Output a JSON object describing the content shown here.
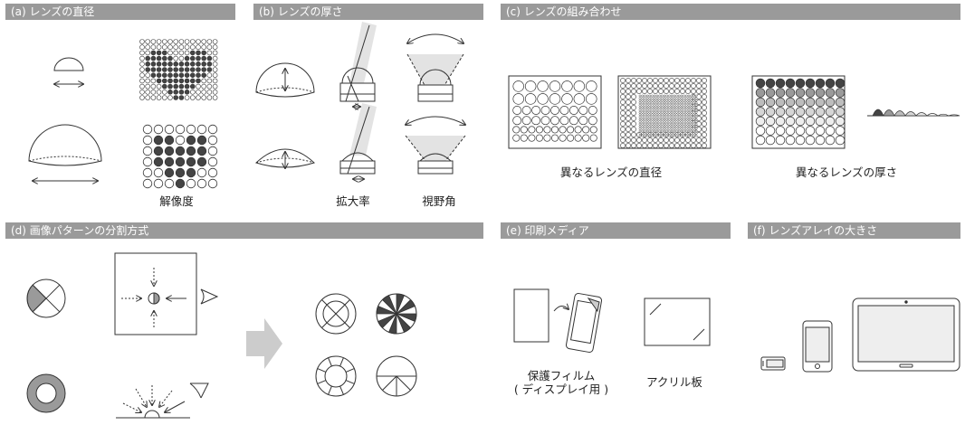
{
  "panels": {
    "a": {
      "header": "(a) レンズの直径",
      "caption": "解像度"
    },
    "b": {
      "header": "(b) レンズの厚さ",
      "caption_left": "拡大率",
      "caption_right": "視野角"
    },
    "c": {
      "header": "(c) レンズの組み合わせ",
      "caption_left": "異なるレンズの直径",
      "caption_right": "異なるレンズの厚さ"
    },
    "d": {
      "header": "(d) 画像パターンの分割方式"
    },
    "e": {
      "header": "(e) 印刷メディア",
      "caption_left_line1": "保護フィルム",
      "caption_left_line2": "( ディスプレイ用 )",
      "caption_right": "アクリル板"
    },
    "f": {
      "header": "(f) レンズアレイの大きさ"
    }
  },
  "colors": {
    "header_bg": "#9a9a9a",
    "dark_fill": "#444444",
    "mid_fill": "#9a9a9a",
    "light_fill": "#e3e3e3",
    "stroke": "#333333"
  }
}
